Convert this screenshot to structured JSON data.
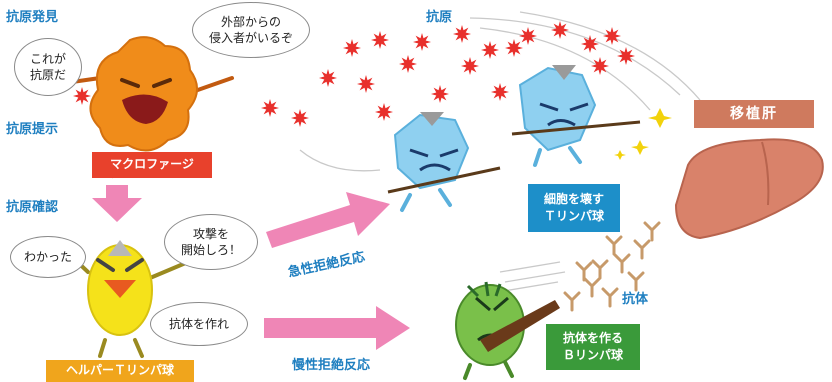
{
  "labels": {
    "antigen_discovery": "抗原発見",
    "antigen_presentation": "抗原提示",
    "antigen_confirmation": "抗原確認",
    "antigen_top": "抗原",
    "antibody": "抗体",
    "acute_rejection": "急性拒絶反応",
    "chronic_rejection": "慢性拒絶反応"
  },
  "speech": {
    "macrophage_left": "これが\n抗原だ",
    "macrophage_right": "外部からの\n侵入者がいるぞ",
    "helper_left": "わかった",
    "helper_right": "攻撃を\n開始しろ！",
    "helper_bottom": "抗体を作れ"
  },
  "boxes": {
    "macrophage": "マクロファージ",
    "helper_t": "ヘルパーＴリンパ球",
    "killer_t": "細胞を壊す\nＴリンパ球",
    "b_cell": "抗体を作る\nＢリンパ球",
    "liver": "移植肝"
  },
  "colors": {
    "label_blue": "#1f7fc0",
    "macrophage_red": "#e8412c",
    "helper_yellow": "#f0a51c",
    "killer_blue": "#1d8fc9",
    "b_cell_green": "#3a9a3a",
    "liver_box": "#cf7a5e",
    "arrow_pink": "#ef86b6",
    "star_red": "#e8302c"
  },
  "icons": [
    "macrophage-character",
    "helper-t-character",
    "killer-t-character",
    "b-cell-character",
    "liver-icon",
    "antigen-star-icon",
    "antibody-y-icon"
  ]
}
